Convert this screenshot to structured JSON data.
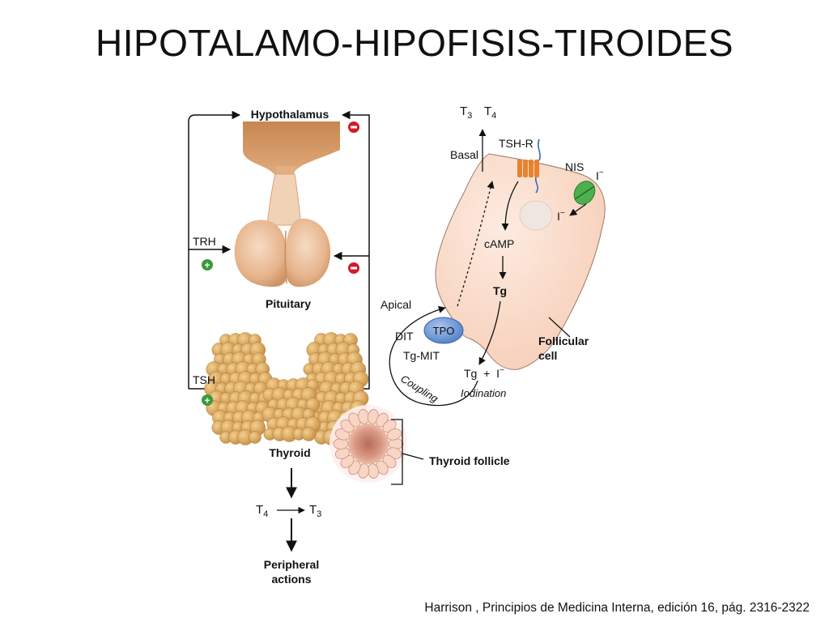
{
  "title": "HIPOTALAMO-HIPOFISIS-TIROIDES",
  "citation": "Harrison , Principios de Medicina Interna, edición 16, pág. 2316-2322",
  "left": {
    "hypothalamus": "Hypothalamus",
    "trh": "TRH",
    "pituitary": "Pituitary",
    "tsh": "TSH",
    "thyroid": "Thyroid",
    "t4": "T",
    "t4_sub": "4",
    "t3": "T",
    "t3_sub": "3",
    "peripheral_1": "Peripheral",
    "peripheral_2": "actions",
    "thyroid_follicle": "Thyroid follicle"
  },
  "right": {
    "t3": "T",
    "t3_sub": "3",
    "t4": "T",
    "t4_sub": "4",
    "basal": "Basal",
    "tsh_r": "TSH-R",
    "nis": "NIS",
    "iodide": "I",
    "iodide_sup": "−",
    "camp": "cAMP",
    "tg": "Tg",
    "apical": "Apical",
    "tpo": "TPO",
    "dit": "DIT",
    "tg_mit": "Tg-MIT",
    "coupling": "Coupling",
    "tg_i": "Tg  +  I",
    "iodination": "Iodination",
    "follicular_1": "Follicular",
    "follicular_2": "cell"
  },
  "signs": {
    "plus": "+",
    "minus": "−"
  },
  "colors": {
    "plus": "#3a9a3a",
    "minus": "#d01c2a",
    "pituitary_tan": "#e0a878",
    "thyroid_tan": "#d9a45a",
    "cell_pink": "#fbe0d0",
    "tpo_blue": "#6e98d6",
    "nis_green": "#4caf50"
  }
}
